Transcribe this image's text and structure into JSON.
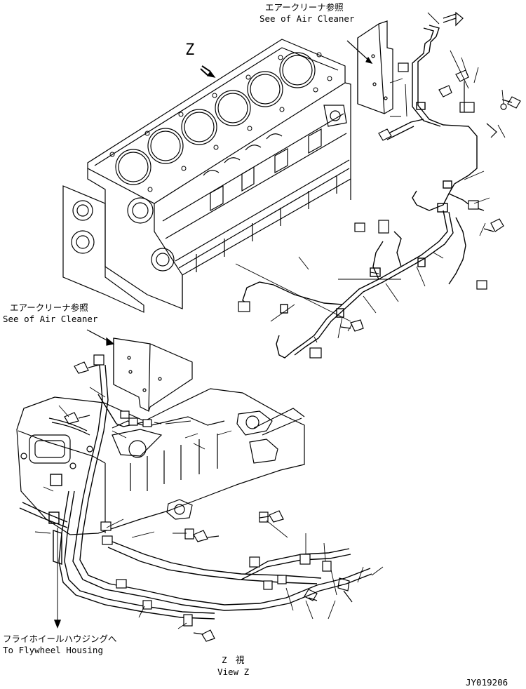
{
  "annotations": {
    "top_ref_jp": "エアークリーナ参照",
    "top_ref_en": "See of Air Cleaner",
    "z_marker": "Z",
    "mid_ref_jp": "エアークリーナ参照",
    "mid_ref_en": "See of Air Cleaner",
    "flywheel_jp": "フライホイールハウジングへ",
    "flywheel_en": "To Flywheel Housing",
    "view_jp": "Z　視",
    "view_en": "View Z",
    "drawing_no": "JY019206"
  },
  "icons": {
    "arrow": "view-direction-arrow",
    "leader": "leader-line"
  }
}
